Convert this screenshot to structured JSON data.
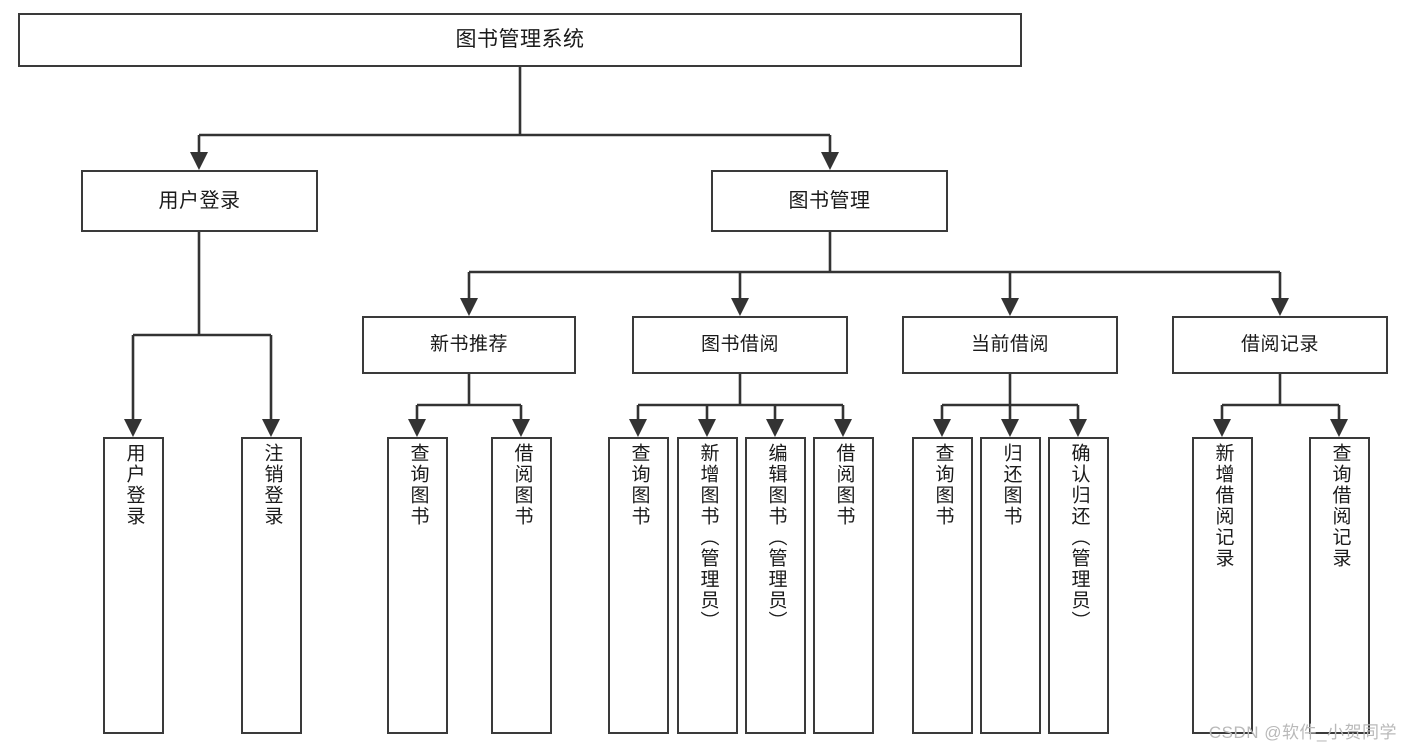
{
  "diagram": {
    "title": "图书管理系统",
    "type": "tree",
    "watermark": "CSDN @软件_小贺同学",
    "colors": {
      "box_border": "#3a3a3a",
      "box_fill": "#ffffff",
      "connector": "#333333",
      "text": "#1a1a1a",
      "watermark": "#b9b9b9"
    }
  },
  "nodes": {
    "root": {
      "label": "图书管理系统",
      "level": 1
    },
    "level2": [
      {
        "id": "user-login",
        "label": "用户登录"
      },
      {
        "id": "book-manage",
        "label": "图书管理"
      }
    ],
    "level3": [
      {
        "id": "new-book-recommend",
        "label": "新书推荐",
        "parent": "book-manage"
      },
      {
        "id": "book-borrow",
        "label": "图书借阅",
        "parent": "book-manage"
      },
      {
        "id": "current-borrow",
        "label": "当前借阅",
        "parent": "book-manage"
      },
      {
        "id": "borrow-record",
        "label": "借阅记录",
        "parent": "book-manage"
      }
    ],
    "leaves": [
      {
        "id": "leaf-user-login",
        "label": "用户登录",
        "parent": "user-login"
      },
      {
        "id": "leaf-logout",
        "label": "注销登录",
        "parent": "user-login"
      },
      {
        "id": "leaf-query-book-1",
        "label": "查询图书",
        "parent": "new-book-recommend"
      },
      {
        "id": "leaf-borrow-book-1",
        "label": "借阅图书",
        "parent": "new-book-recommend"
      },
      {
        "id": "leaf-query-book-2",
        "label": "查询图书",
        "parent": "book-borrow"
      },
      {
        "id": "leaf-add-book",
        "label": "新增图书（管理员）",
        "parent": "book-borrow"
      },
      {
        "id": "leaf-edit-book",
        "label": "编辑图书（管理员）",
        "parent": "book-borrow"
      },
      {
        "id": "leaf-borrow-book-2",
        "label": "借阅图书",
        "parent": "book-borrow"
      },
      {
        "id": "leaf-query-book-3",
        "label": "查询图书",
        "parent": "current-borrow"
      },
      {
        "id": "leaf-return-book",
        "label": "归还图书",
        "parent": "current-borrow"
      },
      {
        "id": "leaf-confirm-return",
        "label": "确认归还（管理员）",
        "parent": "current-borrow"
      },
      {
        "id": "leaf-add-record",
        "label": "新增借阅记录",
        "parent": "borrow-record"
      },
      {
        "id": "leaf-query-record",
        "label": "查询借阅记录",
        "parent": "borrow-record"
      }
    ]
  }
}
